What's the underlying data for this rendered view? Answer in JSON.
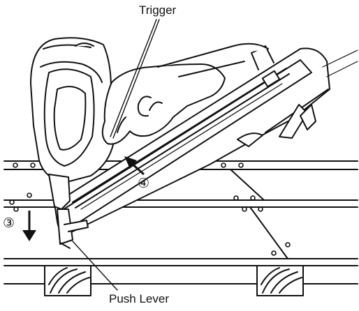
{
  "labels": {
    "trigger": "Trigger",
    "push_lever": "Push Lever",
    "step_3": "③",
    "step_4": "④"
  },
  "colors": {
    "line": "#111111",
    "background": "#ffffff"
  },
  "icons": {
    "down_arrow": "down-arrow-icon",
    "diagonal_arrow": "diagonal-arrow-icon"
  }
}
